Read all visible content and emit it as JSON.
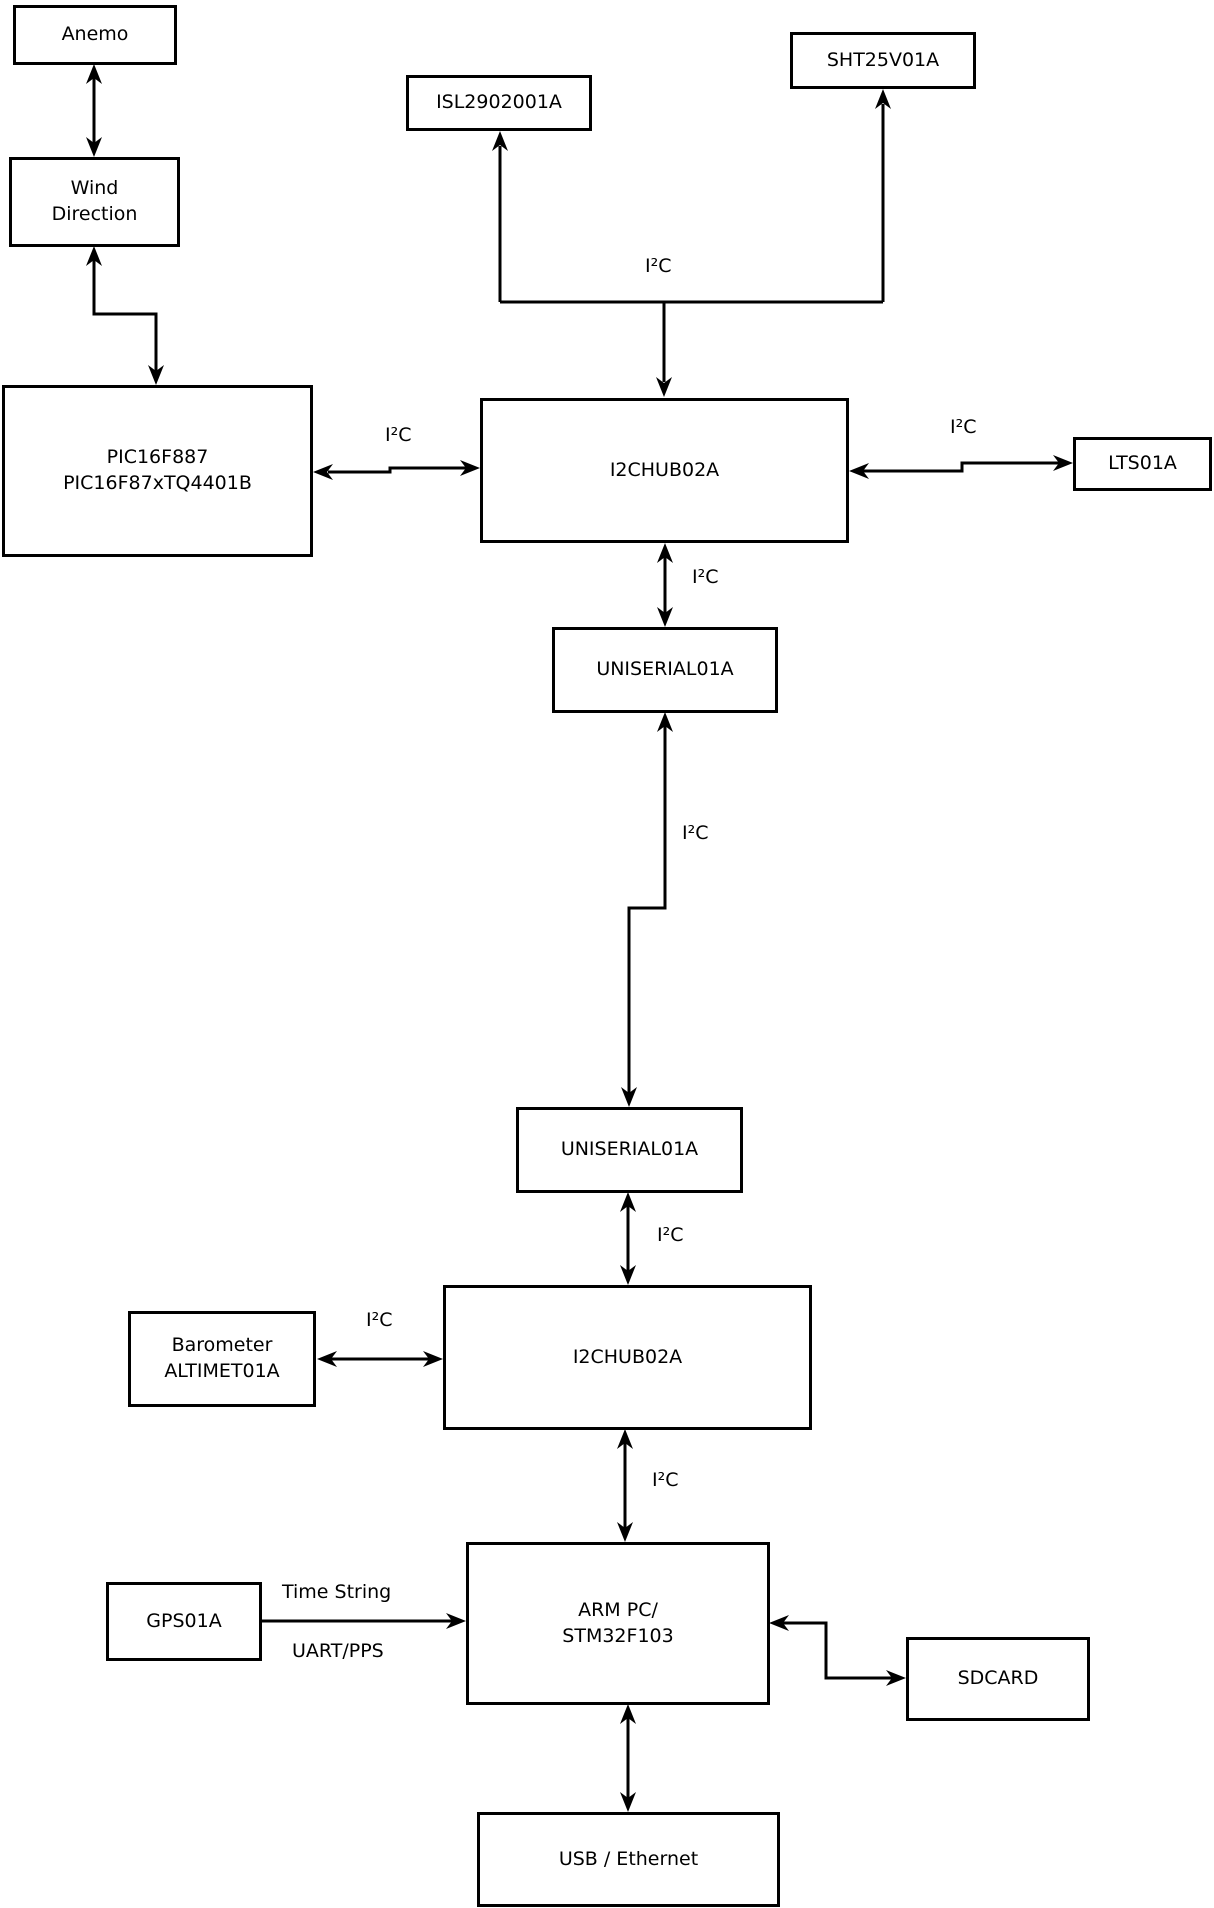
{
  "diagram": {
    "boxes": {
      "anemo": {
        "label": "Anemo"
      },
      "wind_direction": {
        "label": "Wind\nDirection"
      },
      "pic": {
        "label": "PIC16F887\nPIC16F87xTQ4401B"
      },
      "isl": {
        "label": "ISL2902001A"
      },
      "sht": {
        "label": "SHT25V01A"
      },
      "i2c_hub_top": {
        "label": "I2CHUB02A"
      },
      "lts": {
        "label": "LTS01A"
      },
      "uniserial_top": {
        "label": "UNISERIAL01A"
      },
      "uniserial_bottom": {
        "label": "UNISERIAL01A"
      },
      "i2c_hub_bottom": {
        "label": "I2CHUB02A"
      },
      "barometer": {
        "label": "Barometer\nALTIMET01A"
      },
      "arm_pc": {
        "label": "ARM PC/\nSTM32F103"
      },
      "gps": {
        "label": "GPS01A"
      },
      "sdcard": {
        "label": "SDCARD"
      },
      "usb_ethernet": {
        "label": "USB / Ethernet"
      }
    },
    "edge_labels": {
      "i2c": "I²C",
      "time_string": "Time String",
      "uart_pps": "UART/PPS"
    },
    "colors": {
      "line": "#000000",
      "box_border": "#000000",
      "background": "#ffffff",
      "text": "#000000"
    }
  }
}
